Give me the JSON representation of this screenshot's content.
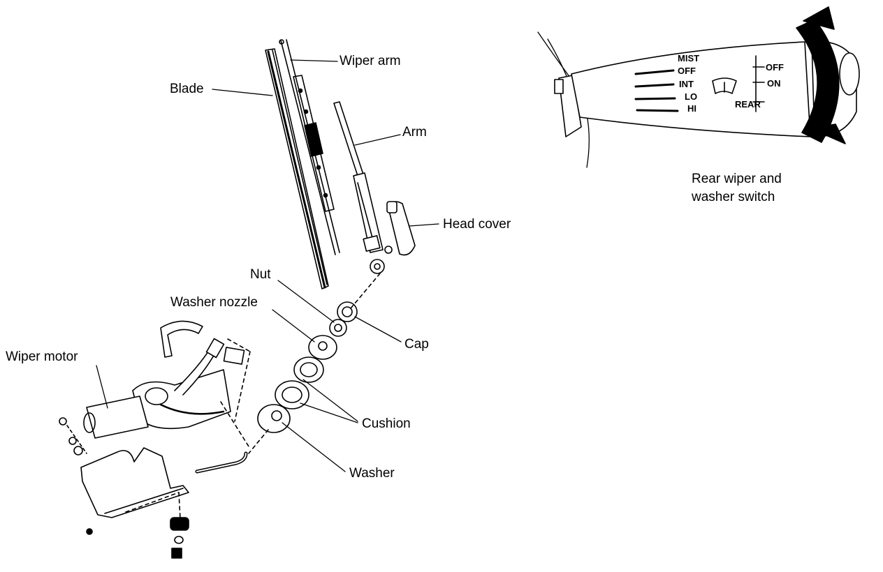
{
  "labels": {
    "wiper_arm": "Wiper arm",
    "blade": "Blade",
    "arm": "Arm",
    "head_cover": "Head cover",
    "nut": "Nut",
    "washer_nozzle": "Washer nozzle",
    "cap": "Cap",
    "wiper_motor": "Wiper motor",
    "cushion": "Cushion",
    "washer": "Washer",
    "switch_caption": "Rear wiper and\nwasher switch"
  },
  "switch": {
    "mist": "MIST",
    "front_off": "OFF",
    "int": "INT",
    "lo": "LO",
    "hi": "HI",
    "rear_off": "OFF",
    "rear_on": "ON",
    "rear": "REAR"
  }
}
